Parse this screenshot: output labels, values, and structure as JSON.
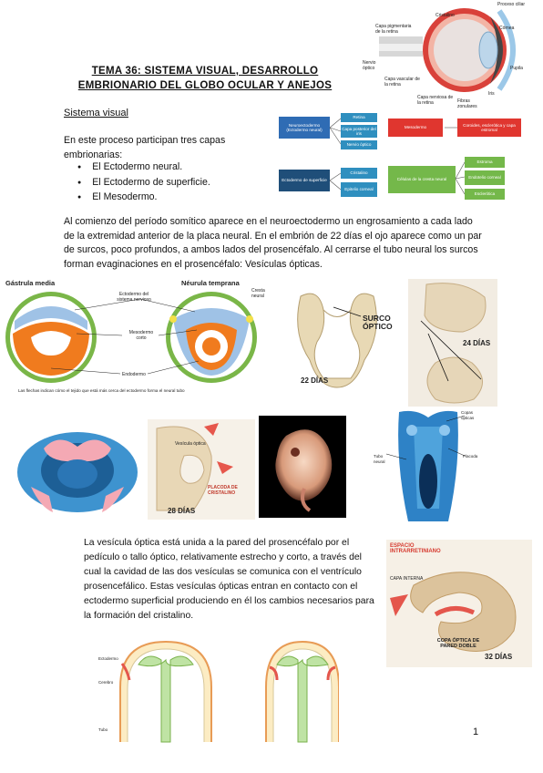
{
  "doc": {
    "title_line1": "TEMA 36: SISTEMA VISUAL, DESARROLLO",
    "title_line2": "EMBRIONARIO DEL GLOBO OCULAR Y ANEJOS",
    "subtitle": "Sistema visual",
    "intro": "En este proceso participan tres capas embrionarias:",
    "bullets": [
      "El Ectodermo neural.",
      "El Ectodermo de superficie.",
      "El Mesodermo."
    ],
    "paragraph1": "Al comienzo del período somítico aparece en el neuroectodermo un engrosamiento a cada lado de la extremidad anterior de la placa neural. En el embrión de 22 días el ojo aparece como un par de surcos, poco profundos, a ambos lados del prosencéfalo. Al cerrarse el tubo neural los surcos forman evaginaciones en el prosencéfalo: Vesículas ópticas.",
    "paragraph2": "La vesícula óptica está unida a la pared del prosencéfalo por el pedículo o tallo óptico, relativamente estrecho y corto, a través del cual la cavidad de las dos vesículas se comunica con el ventrículo prosencefálico. Estas vesículas ópticas entran en contacto con el ectodermo superficial produciendo en él los cambios necesarios para la formación del cristalino.",
    "page_number": "1"
  },
  "eye_fig": {
    "labels": [
      "Proceso ciliar",
      "Cristalino",
      "Capa pigmentaria de la retina",
      "Córnea",
      "Nervio óptico",
      "Capa vascular de la retina",
      "Pupila",
      "Iris",
      "Capa nerviosa de la retina",
      "Fibras zonulares"
    ]
  },
  "flow": {
    "neuro": "Neuroectodermo (Ectodermo neural)",
    "neuro_children": [
      "Retina",
      "Capa posterior del iris",
      "Nervio óptico"
    ],
    "meso": "Mesodermo",
    "meso_child": "Coroides, esclerótica y capa estromal",
    "ecto": "Ectodermo de superficie",
    "ecto_children": [
      "Cristalino",
      "Epitelio corneal"
    ],
    "cresta": "Células de la cresta neural",
    "cresta_children": [
      "Estroma",
      "Endotelio corneal",
      "Esclerótica"
    ]
  },
  "fig_gastrula": {
    "title_left": "Gástrula media",
    "title_right": "Néurula temprana",
    "labels": [
      "Ectodermo del sistema nervioso",
      "Mesodermo corto",
      "Endodermo",
      "Cresta neural"
    ],
    "caption": "Las flechas indican cómo el tejido que está más cerca del ectodermo forma el neural tubo"
  },
  "fig_surco": {
    "label": "SURCO ÓPTICO",
    "days": "22 DÍAS"
  },
  "fig_24": {
    "days": "24 DÍAS"
  },
  "fig_28": {
    "days": "28 DÍAS",
    "label": "PLACODA DE CRISTALINO",
    "label2": "Vesícula óptica"
  },
  "fig_tube": {
    "labels": [
      "Copas ópticas",
      "Tubo neural",
      "Placoda"
    ]
  },
  "fig_32": {
    "top": "ESPACIO INTRARRETINIANO",
    "cup": "COPA ÓPTICA DE PARED DOBLE",
    "days": "32 DÍAS",
    "label": "CAPA INTERNA"
  },
  "fig_bottom": {
    "labels": [
      "Ectodermo",
      "Cerebro",
      "Tubo"
    ]
  },
  "colors": {
    "blue": "#2f6cb4",
    "teal": "#2f8fbf",
    "red": "#e0362f",
    "green": "#74b84a",
    "navy": "#1f4e79"
  }
}
